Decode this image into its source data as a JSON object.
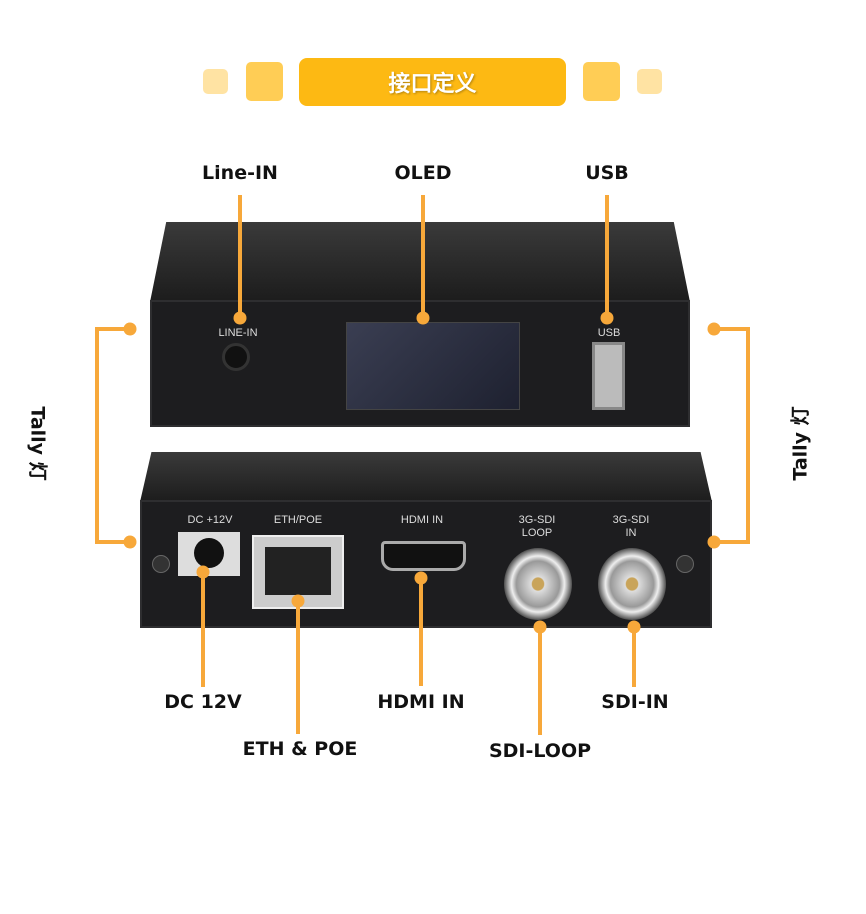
{
  "banner": {
    "title": "接口定义",
    "accent": "#FDB913"
  },
  "front": {
    "callouts": {
      "line_in": "Line-IN",
      "oled": "OLED",
      "usb": "USB"
    },
    "panel_labels": {
      "line_in": "LINE-IN",
      "usb": "USB"
    }
  },
  "back": {
    "panel_labels": {
      "dc": "DC +12V",
      "eth": "ETH/POE",
      "hdmi": "HDMI IN",
      "sdi_loop": "3G-SDI LOOP",
      "sdi_in": "3G-SDI IN"
    },
    "callouts": {
      "dc": "DC 12V",
      "eth": "ETH & POE",
      "hdmi": "HDMI IN",
      "sdi_loop": "SDI-LOOP",
      "sdi_in": "SDI-IN"
    }
  },
  "tally": {
    "left": "Tally 灯",
    "right": "Tally 灯"
  },
  "colors": {
    "callout": "#F7A83A"
  }
}
